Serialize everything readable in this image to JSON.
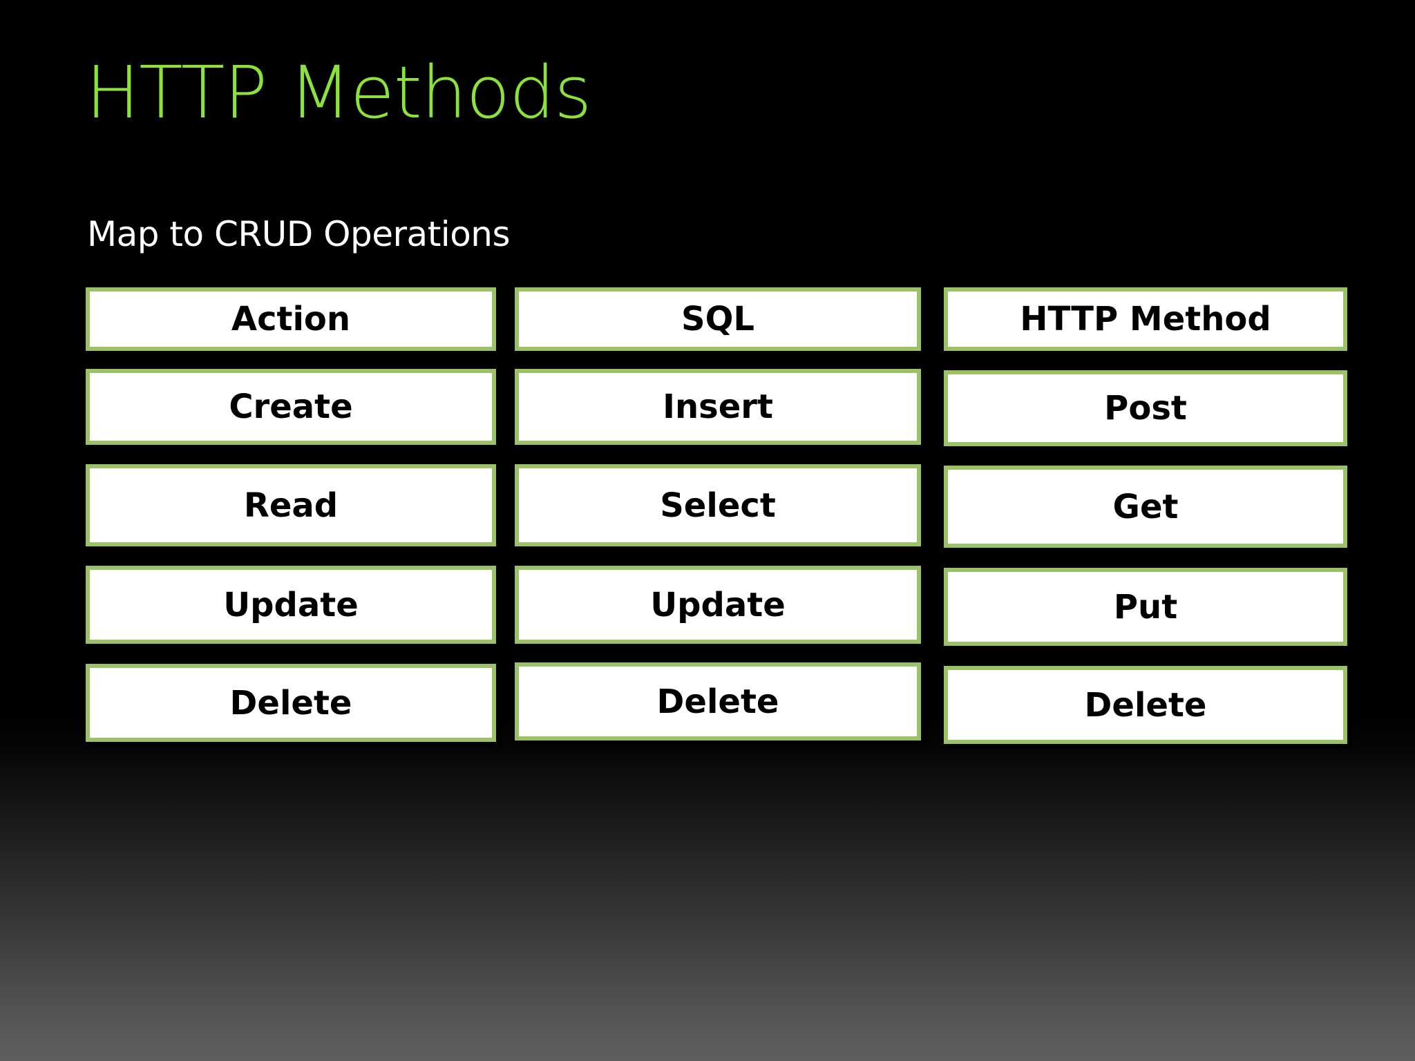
{
  "slide": {
    "title": "HTTP Methods",
    "subtitle": "Map to CRUD Operations",
    "colors": {
      "title_green": "#8CE23C",
      "cell_border_green": "#9BC268",
      "cell_fill": "#FFFFFF",
      "text_black": "#000000",
      "subtitle_white": "#FFFFFF",
      "background_top": "#000000",
      "background_bottom": "#5E5E5E"
    }
  },
  "table": {
    "headers": [
      "Action",
      "SQL",
      "HTTP Method"
    ],
    "rows": [
      {
        "action": "Create",
        "sql": "Insert",
        "http_method": "Post"
      },
      {
        "action": "Read",
        "sql": "Select",
        "http_method": "Get"
      },
      {
        "action": "Update",
        "sql": "Update",
        "http_method": "Put"
      },
      {
        "action": "Delete",
        "sql": "Delete",
        "http_method": "Delete"
      }
    ]
  }
}
